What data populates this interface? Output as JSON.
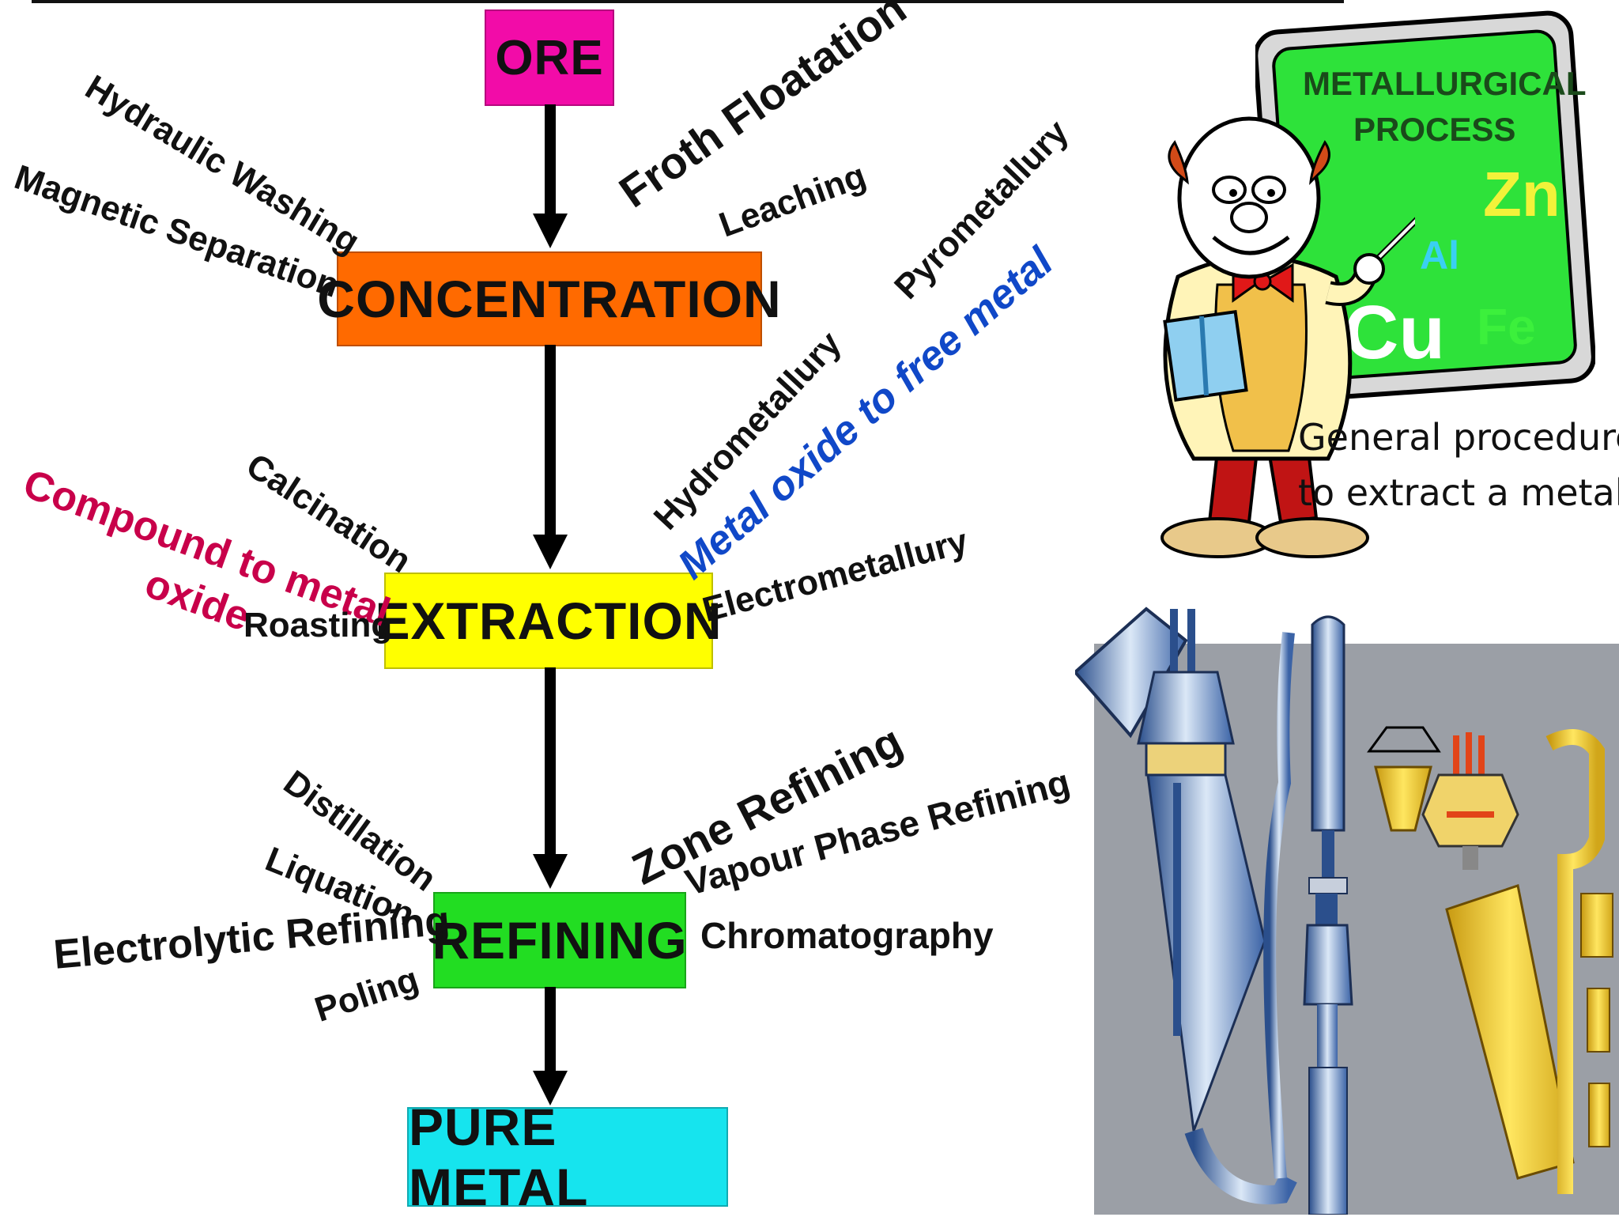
{
  "colors": {
    "ore": "#f20ca8",
    "concentration": "#ff6a00",
    "extraction": "#ffff00",
    "refining": "#22dd22",
    "pure_metal": "#16e4ee",
    "compound_label": "#c8004a",
    "metal_oxide_label": "#1048c8",
    "board": "#2ee23a"
  },
  "flow": {
    "ore": "ORE",
    "concentration": "CONCENTRATION",
    "extraction": "EXTRACTION",
    "refining": "REFINING",
    "pure_metal": "PURE METAL"
  },
  "concentration_methods": {
    "hydraulic_washing": "Hydraulic Washing",
    "magnetic_separation": "Magnetic Separation",
    "froth_floatation": "Froth Floatation",
    "leaching": "Leaching"
  },
  "extraction_methods": {
    "calcination": "Calcination",
    "compound_to_metal_oxide_line1": "Compound to metal",
    "compound_to_metal_oxide_line2": "oxide",
    "roasting": "Roasting",
    "pyrometallury": "Pyrometallury",
    "hydrometallury": "Hydrometallury",
    "metal_oxide_to_free_metal": "Metal oxide to free metal",
    "electrometallury": "Electrometallury"
  },
  "refining_methods": {
    "distillation": "Distillation",
    "liquation": "Liquation",
    "electrolytic_refining": "Electrolytic Refining",
    "poling": "Poling",
    "zone_refining": "Zone Refining",
    "vapour_phase_refining": "Vapour Phase Refining",
    "chromatography": "Chromatography"
  },
  "board": {
    "title_line1": "METALLURGICAL",
    "title_line2": "PROCESS",
    "el_zn": "Zn",
    "el_al": "Al",
    "el_cu": "Cu",
    "el_fe": "Fe"
  },
  "caption": {
    "line1": "General procedure",
    "line2": "to extract a metal...."
  },
  "icons": [
    "professor-cartoon",
    "blackboard",
    "furnace-illustration"
  ]
}
